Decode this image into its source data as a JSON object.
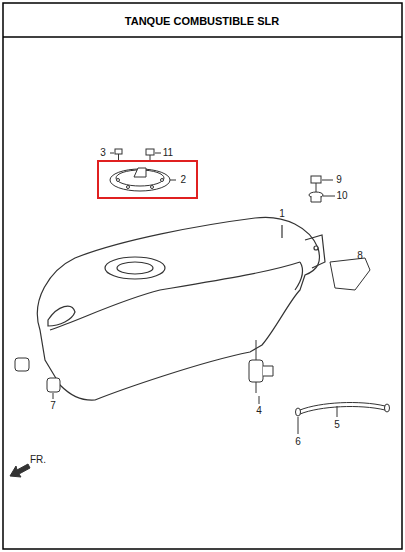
{
  "diagram": {
    "title": "TANQUE COMBUSTIBLE SLR",
    "nodes": [
      {
        "text": [
          "2"
        ]
      }
    ],
    "labels": [
      "3",
      "11",
      "9",
      "10",
      "1",
      "8",
      "4",
      "5",
      "6",
      "7",
      "FR."
    ]
  }
}
